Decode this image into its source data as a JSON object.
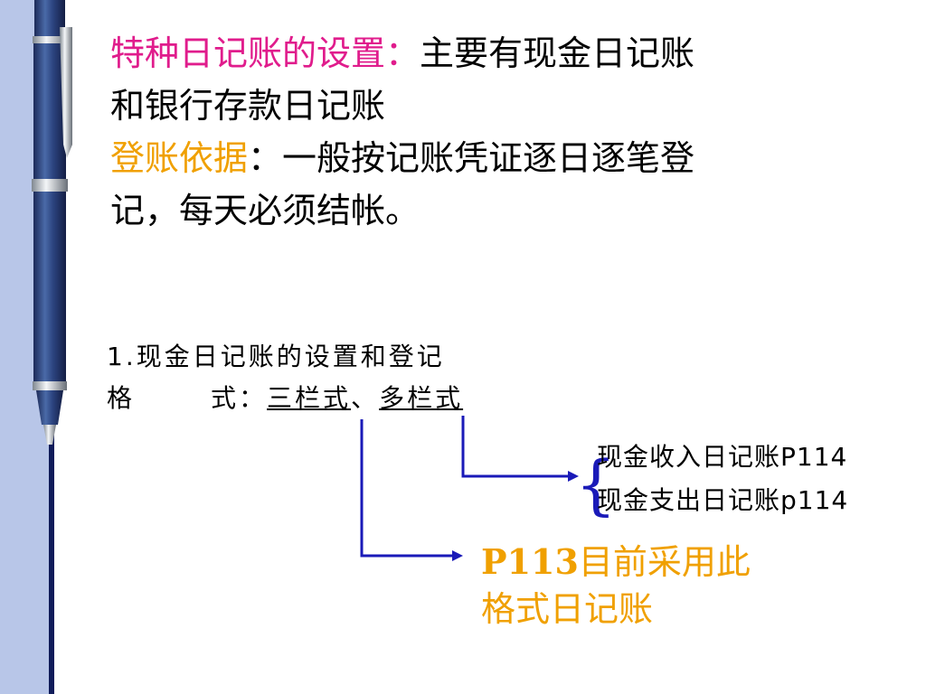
{
  "heading": {
    "label1": "特种日记账的设置：",
    "text1a": "主要有现金日记账",
    "text1b": "和银行存款日记账",
    "label2": "登账依据",
    "text2a": "：一般按记账凭证逐日逐笔登",
    "text2b": "记，每天必须结帐。"
  },
  "section": {
    "line1": "1.现金日记账的设置和登记",
    "line2_prefix1": "格",
    "line2_prefix2": "式：",
    "opt1": "三栏式",
    "sep": "、",
    "opt2": "多栏式"
  },
  "multi_items": [
    "现金收入日记账P114",
    "现金支出日记账p114"
  ],
  "note": {
    "page": "P113",
    "text1": "目前采用此",
    "text2": "格式日记账"
  },
  "colors": {
    "magenta": "#e01c8c",
    "orange": "#f0a000",
    "arrow_blue": "#1a1ab8",
    "band": "#b8c6e8",
    "rule": "#101c5a"
  }
}
